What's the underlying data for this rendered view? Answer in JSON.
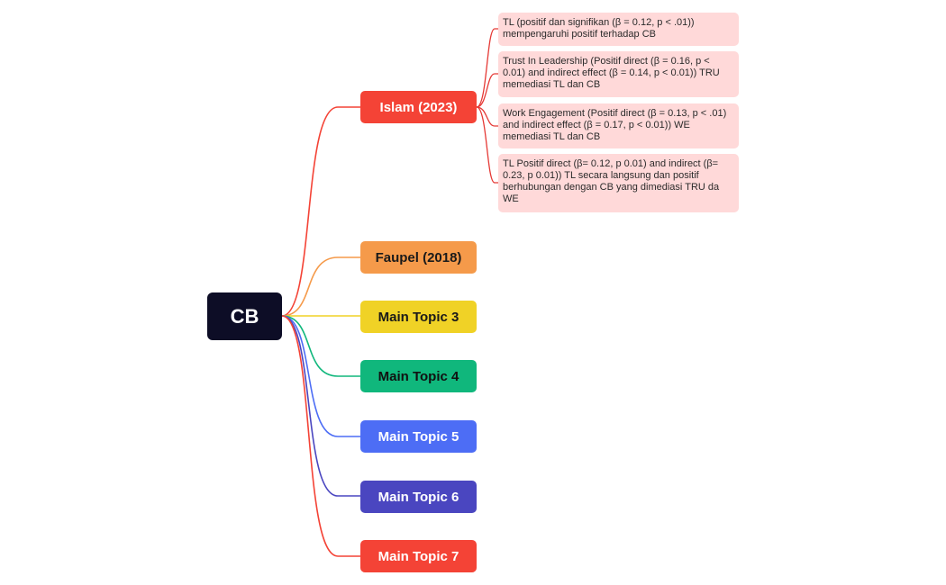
{
  "root": {
    "label": "CB"
  },
  "topics": [
    {
      "label": "Islam (2023)",
      "color": "#f44336"
    },
    {
      "label": "Faupel (2018)",
      "color": "#f59a4a"
    },
    {
      "label": "Main Topic 3",
      "color": "#f0d226"
    },
    {
      "label": "Main Topic 4",
      "color": "#10b77c"
    },
    {
      "label": "Main Topic 5",
      "color": "#4d6df5"
    },
    {
      "label": "Main Topic 6",
      "color": "#4a46c0"
    },
    {
      "label": "Main Topic 7",
      "color": "#f44336"
    }
  ],
  "subtopics": [
    {
      "text": "TL (positif dan signifikan (β = 0.12, p < .01)) mempengaruhi positif terhadap CB"
    },
    {
      "text": "Trust In Leadership  (Positif direct (β = 0.16, p < 0.01) and indirect effect (β = 0.14, p < 0.01)) TRU memediasi TL dan CB"
    },
    {
      "text": "Work Engagement (Positif direct (β = 0.13, p < .01) and indirect effect (β = 0.17, p < 0.01)) WE memediasi TL dan CB"
    },
    {
      "text": "TL Positif direct (β= 0.12, p 0.01) and indirect (β= 0.23, p 0.01)) TL secara langsung dan positif berhubungan dengan CB yang dimediasi TRU da WE"
    }
  ],
  "colors": {
    "root_bg": "#0d0d26",
    "subtopic_bg": "#ffd9d9",
    "subtopic_connector": "#e53935"
  }
}
